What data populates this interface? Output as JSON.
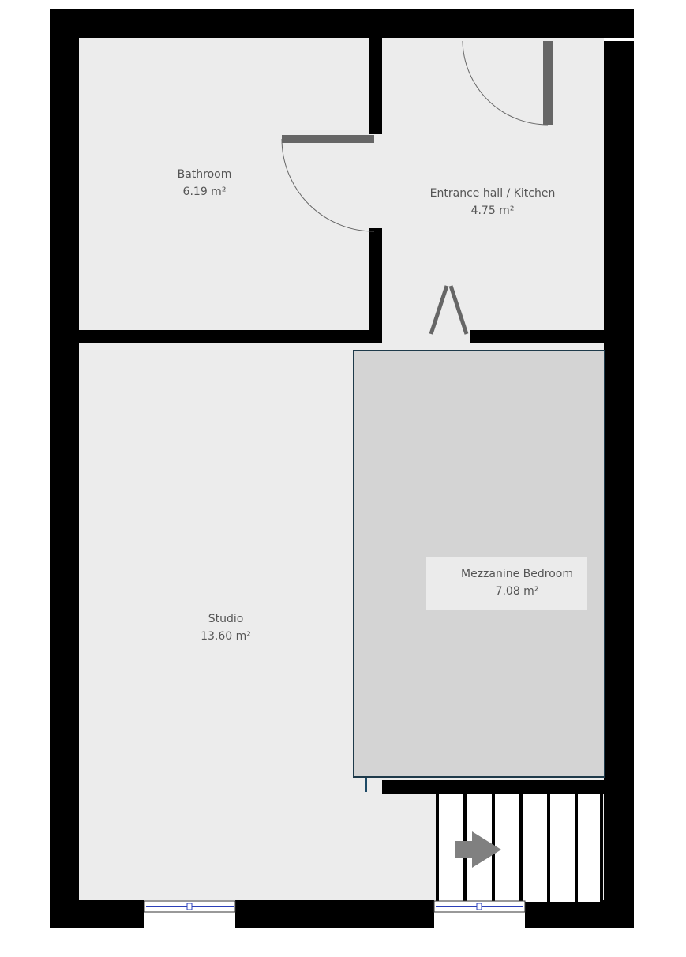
{
  "rooms": [
    {
      "name": "Bathroom",
      "area": "6.19 m²"
    },
    {
      "name": "Entrance hall / Kitchen",
      "area": "4.75 m²"
    },
    {
      "name": "Mezzanine Bedroom",
      "area": "7.08 m²"
    },
    {
      "name": "Studio",
      "area": "13.60 m²"
    }
  ],
  "colors": {
    "wall": "#000000",
    "floor": "#ececec",
    "mezzanine": "#d4d4d4",
    "window": "#2b3fb8",
    "door": "#666666"
  }
}
